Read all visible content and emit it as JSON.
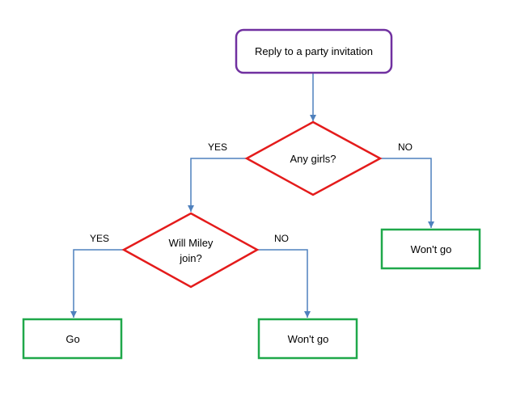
{
  "diagram": {
    "type": "flowchart",
    "nodes": {
      "start": {
        "label": "Reply to a party invitation",
        "shape": "rounded-rect"
      },
      "decision_girls": {
        "label": "Any girls?",
        "shape": "diamond"
      },
      "decision_miley": {
        "label_line1": "Will Miley",
        "label_line2": "join?",
        "shape": "diamond"
      },
      "outcome_go": {
        "label": "Go",
        "shape": "rect"
      },
      "outcome_wont_go_left": {
        "label": "Won't go",
        "shape": "rect"
      },
      "outcome_wont_go_right": {
        "label": "Won't go",
        "shape": "rect"
      }
    },
    "edges": {
      "girls_yes": {
        "label": "YES"
      },
      "girls_no": {
        "label": "NO"
      },
      "miley_yes": {
        "label": "YES"
      },
      "miley_no": {
        "label": "NO"
      }
    },
    "colors": {
      "start_border": "#7030a0",
      "decision_border": "#e41b1b",
      "outcome_border": "#1fa84a",
      "connector": "#4f81bd"
    }
  }
}
